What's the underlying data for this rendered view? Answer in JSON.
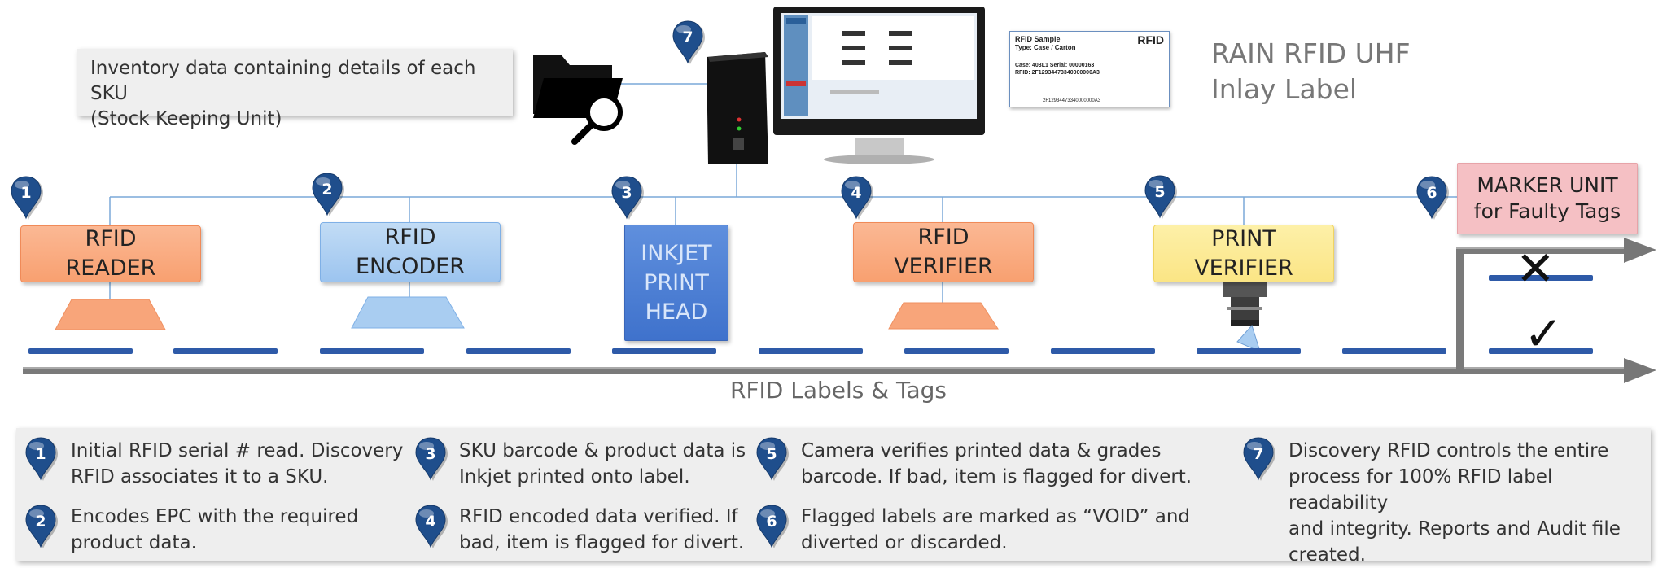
{
  "colors": {
    "pin_blue": "#1f4e8c",
    "wire": "#7aa9d9",
    "conveyor": "#777777",
    "label_strip": "#2e5aa8",
    "reader": "#f8a070",
    "encoder": "#9cc4ef",
    "inkjet": "#3f72cc",
    "print_verifier": "#fbe585",
    "marker": "#f5c0c4"
  },
  "inventory_box": "Inventory data containing details of each SKU\n(Stock Keeping Unit)",
  "rain_label": "RAIN RFID UHF\nInlay Label",
  "rfid_sample": {
    "title": "RFID Sample",
    "logo": "RFID",
    "type": "Type: Case / Carton",
    "case": "Case: 403L1   Serial: 00000163",
    "rfid": "RFID: 2F12934473340000000A3",
    "barcode_text": "2F12934473340000000A3"
  },
  "stations": {
    "reader": "RFID\nREADER",
    "encoder": "RFID\nENCODER",
    "inkjet": "INKJET\nPRINT\nHEAD",
    "verifier": "RFID\nVERIFIER",
    "print_verifier": "PRINT\nVERIFIER",
    "marker": "MARKER UNIT\nfor Faulty Tags"
  },
  "pins": {
    "p1": "1",
    "p2": "2",
    "p3": "3",
    "p4": "4",
    "p5": "5",
    "p6": "6",
    "p7": "7"
  },
  "conveyor_caption": "RFID Labels & Tags",
  "reject_mark": "✕",
  "pass_mark": "✓",
  "legend": [
    {
      "num": "1",
      "text": "Initial RFID serial # read. Discovery\nRFID associates it to a SKU."
    },
    {
      "num": "2",
      "text": "Encodes EPC with the required\nproduct data."
    },
    {
      "num": "3",
      "text": "SKU barcode & product data is\nInkjet printed onto label."
    },
    {
      "num": "4",
      "text": "RFID encoded data verified. If\nbad, item is flagged for divert."
    },
    {
      "num": "5",
      "text": "Camera verifies printed data & grades\nbarcode. If bad, item is flagged for divert."
    },
    {
      "num": "6",
      "text": "Flagged labels are marked as “VOID” and\ndiverted or discarded."
    },
    {
      "num": "7",
      "text": "Discovery RFID controls the entire\nprocess for 100% RFID label readability\nand integrity. Reports and Audit file\ncreated."
    }
  ]
}
